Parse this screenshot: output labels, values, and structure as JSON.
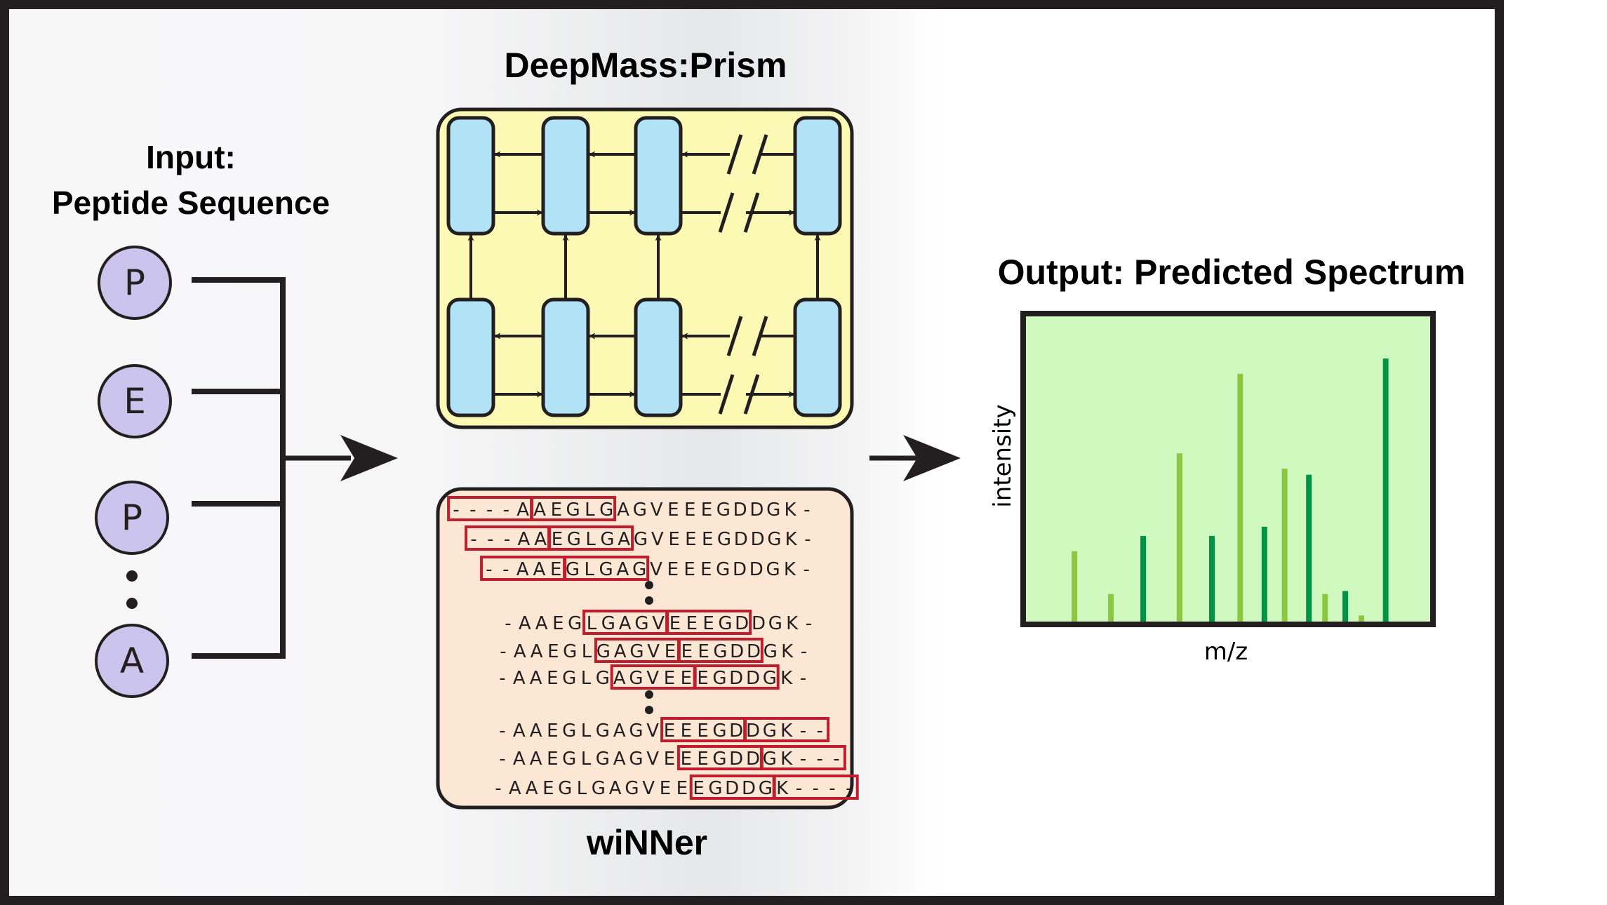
{
  "titles": {
    "input_line1": "Input:",
    "input_line2": "Peptide Sequence",
    "deepmass": "DeepMass:Prism",
    "winner": "wiNNer",
    "output": "Output: Predicted Spectrum"
  },
  "peptide": {
    "residues": [
      "P",
      "E",
      "P",
      "A"
    ],
    "ellipsis_after_index": 2
  },
  "colors": {
    "frame": "#231f20",
    "residue_fill": "#cbc5ee",
    "prism_box": "#fcf9b4",
    "prism_cell": "#b1e2f6",
    "winner_box": "#fbe7d3",
    "winner_window": "#be1e2d",
    "spectrum_bg": "#d0f9c0",
    "peak_light": "#8dc63f",
    "peak_dark": "#009245"
  },
  "prism": {
    "columns": 4,
    "rows": 2,
    "skip_after_column": 3
  },
  "winner": {
    "groups": [
      [
        {
          "seq": "----AAEGLGAGVEEEGDDGK-",
          "win1": [
            0,
            5
          ],
          "win2": [
            5,
            10
          ]
        },
        {
          "seq": "---AAEGLGAGVEEEGDDGK-",
          "win1": [
            0,
            5
          ],
          "win2": [
            5,
            10
          ]
        },
        {
          "seq": "--AAEGLGAGVEEEGDDGK-",
          "win1": [
            0,
            5
          ],
          "win2": [
            5,
            10
          ]
        }
      ],
      [
        {
          "seq": "-AAEGLGAGVEEEGDDGK-",
          "win1": [
            5,
            10
          ],
          "win2": [
            10,
            15
          ]
        },
        {
          "seq": "-AAEGLGAGVEEEGDDGK-",
          "win1": [
            6,
            11
          ],
          "win2": [
            11,
            16
          ]
        },
        {
          "seq": "-AAEGLGAGVEEEGDDGK-",
          "win1": [
            7,
            12
          ],
          "win2": [
            12,
            17
          ]
        }
      ],
      [
        {
          "seq": "-AAEGLGAGVEEEGDDGK--",
          "win1": [
            10,
            15
          ],
          "win2": [
            15,
            20
          ]
        },
        {
          "seq": "-AAEGLGAGVEEEGDDGK---",
          "win1": [
            11,
            16
          ],
          "win2": [
            16,
            21
          ]
        },
        {
          "seq": "-AAEGLGAGVEEEGDDGK----",
          "win1": [
            12,
            17
          ],
          "win2": [
            17,
            22
          ]
        }
      ]
    ]
  },
  "chart_data": {
    "type": "bar",
    "title": "Output: Predicted Spectrum",
    "xlabel": "m/z",
    "ylabel": "intensity",
    "ylim": [
      0,
      1
    ],
    "grid": false,
    "ticks": "none",
    "peaks": [
      {
        "mz": 0.12,
        "intensity": 0.23,
        "series": "light"
      },
      {
        "mz": 0.21,
        "intensity": 0.09,
        "series": "light"
      },
      {
        "mz": 0.29,
        "intensity": 0.28,
        "series": "dark"
      },
      {
        "mz": 0.38,
        "intensity": 0.55,
        "series": "light"
      },
      {
        "mz": 0.46,
        "intensity": 0.28,
        "series": "dark"
      },
      {
        "mz": 0.53,
        "intensity": 0.81,
        "series": "light"
      },
      {
        "mz": 0.59,
        "intensity": 0.31,
        "series": "dark"
      },
      {
        "mz": 0.64,
        "intensity": 0.5,
        "series": "light"
      },
      {
        "mz": 0.7,
        "intensity": 0.48,
        "series": "dark"
      },
      {
        "mz": 0.74,
        "intensity": 0.09,
        "series": "light"
      },
      {
        "mz": 0.79,
        "intensity": 0.1,
        "series": "dark"
      },
      {
        "mz": 0.83,
        "intensity": 0.02,
        "series": "light"
      },
      {
        "mz": 0.89,
        "intensity": 0.86,
        "series": "dark"
      }
    ]
  }
}
